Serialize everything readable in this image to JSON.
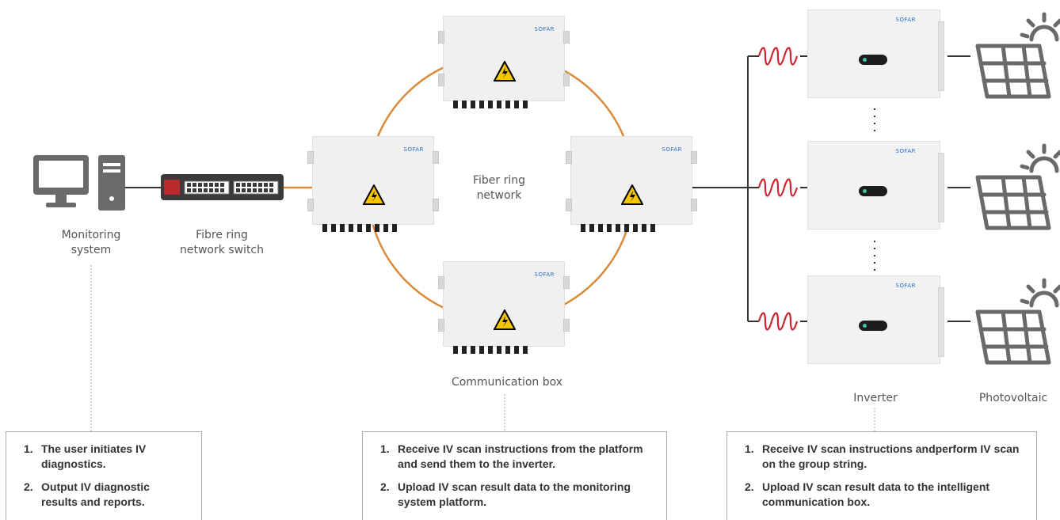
{
  "nodes": {
    "monitoring": {
      "label": "Monitoring\nsystem"
    },
    "switch": {
      "label": "Fibre ring\nnetwork switch"
    },
    "ring": {
      "label": "Fiber ring\nnetwork"
    },
    "comm_box": {
      "label": "Communication box",
      "brand": "SOFAR"
    },
    "inverter": {
      "label": "Inverter",
      "brand": "SOFAR"
    },
    "photovoltaic": {
      "label": "Photovoltaic"
    }
  },
  "notes": [
    {
      "items": [
        {
          "num": "1.",
          "text": "The user initiates IV diagnostics."
        },
        {
          "num": "2.",
          "text": "Output IV diagnostic results and reports."
        }
      ]
    },
    {
      "items": [
        {
          "num": "1.",
          "text": "Receive IV scan instructions from the platform and send them to the inverter."
        },
        {
          "num": "2.",
          "text": "Upload IV scan result data to the monitoring system platform."
        }
      ]
    },
    {
      "items": [
        {
          "num": "1.",
          "text": "Receive IV scan instructions andperform IV scan on the group string."
        },
        {
          "num": "2.",
          "text": "Upload IV scan result data to the intelligent communication box."
        }
      ]
    }
  ],
  "colors": {
    "fiber": "#d98a3a",
    "wire": "#333333",
    "coil": "#c8282d",
    "icon_gray": "#6a6a6a",
    "brand_blue": "#2b6cc4"
  }
}
